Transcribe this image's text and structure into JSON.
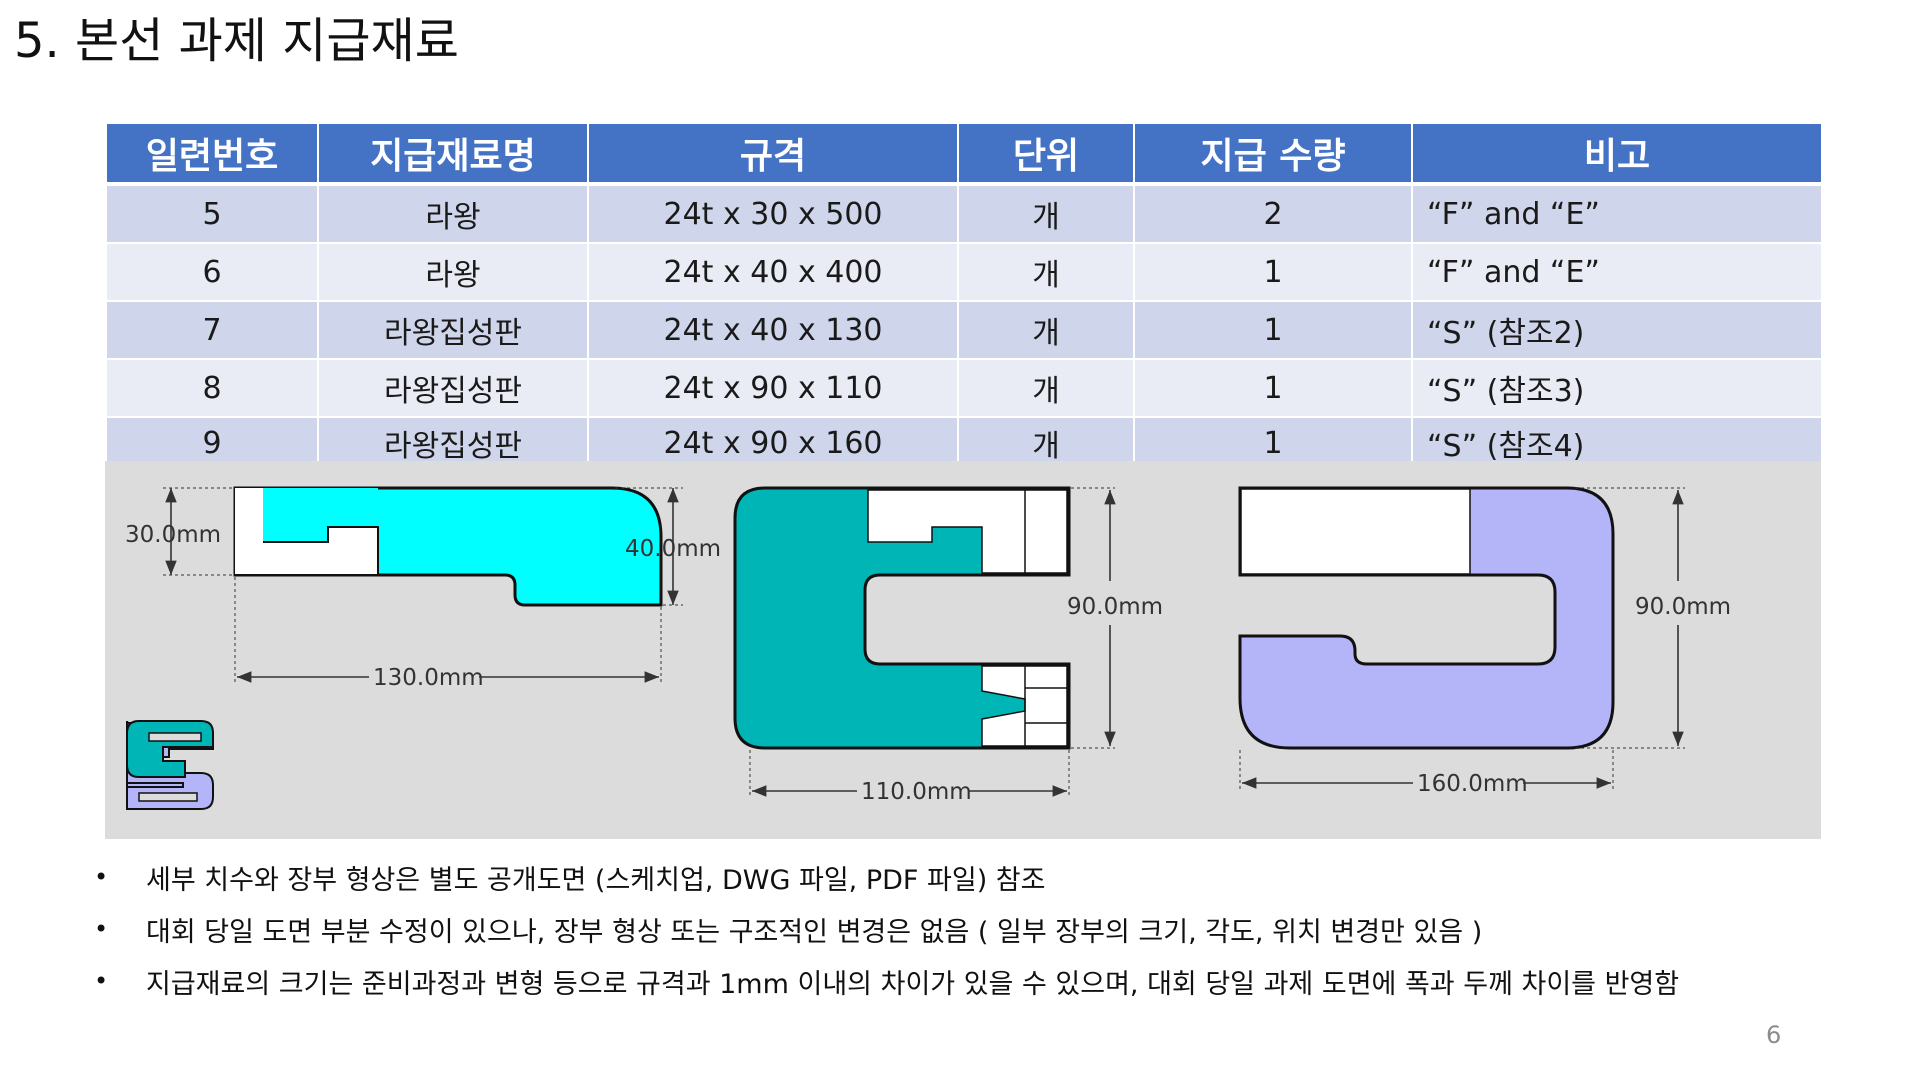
{
  "title": "5. 본선 과제 지급재료",
  "table": {
    "headers": [
      "일련번호",
      "지급재료명",
      "규격",
      "단위",
      "지급 수량",
      "비고"
    ],
    "rows": [
      [
        "5",
        "라왕",
        "24t x 30 x 500",
        "개",
        "2",
        "“F” and “E”"
      ],
      [
        "6",
        "라왕",
        "24t x 40 x 400",
        "개",
        "1",
        "“F” and “E”"
      ],
      [
        "7",
        "라왕집성판",
        "24t x 40 x 130",
        "개",
        "1",
        "“S” (참조2)"
      ],
      [
        "8",
        "라왕집성판",
        "24t x 90 x 110",
        "개",
        "1",
        "“S” (참조3)"
      ],
      [
        "9",
        "라왕집성판",
        "24t x 90 x 160",
        "개",
        "1",
        "“S” (참조4)"
      ]
    ]
  },
  "drawings": {
    "part1": {
      "height_dim": "30.0mm",
      "right_dim": "40.0mm",
      "width_dim": "130.0mm"
    },
    "part2": {
      "height_dim": "90.0mm",
      "width_dim": "110.0mm"
    },
    "part3": {
      "height_dim": "90.0mm",
      "width_dim": "160.0mm"
    },
    "colors": {
      "cyan": "#00ffff",
      "teal": "#00b5b5",
      "lavender": "#b4b4f8",
      "panel": "#dcdcdc"
    }
  },
  "notes": [
    "세부 치수와 장부 형상은 별도 공개도면 (스케치업, DWG 파일, PDF 파일) 참조",
    "대회 당일 도면 부분 수정이 있으나, 장부 형상 또는 구조적인 변경은 없음 ( 일부 장부의 크기, 각도, 위치 변경만 있음 )",
    "지급재료의 크기는 준비과정과 변형 등으로 규격과 1mm 이내의 차이가 있을 수 있으며, 대회 당일 과제 도면에 폭과 두께 차이를 반영함"
  ],
  "page_number": "6"
}
